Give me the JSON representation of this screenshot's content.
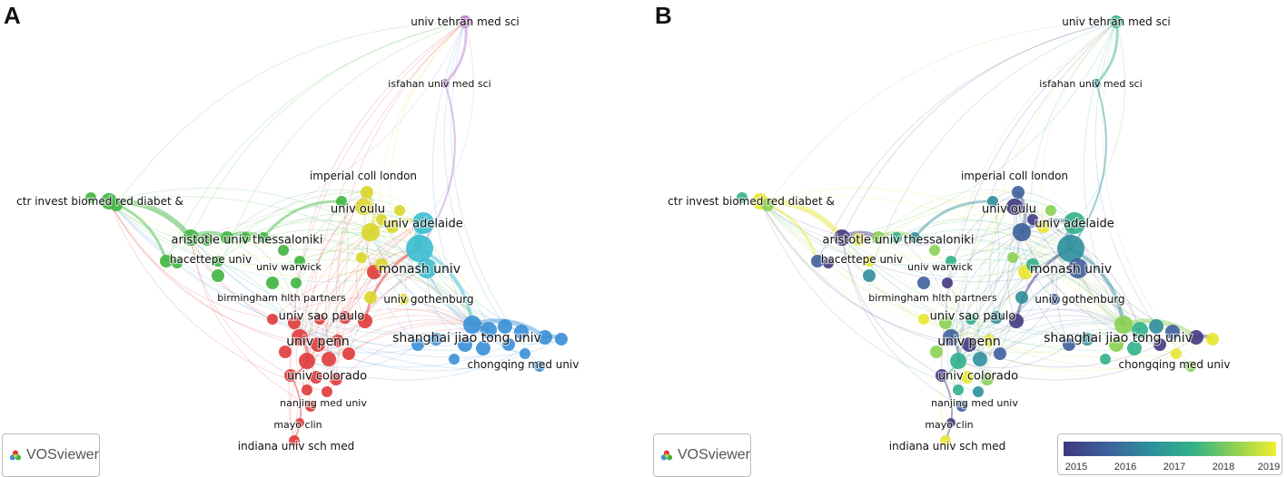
{
  "panels": [
    {
      "letter": "A",
      "watermark": "VOSviewer",
      "labels": [
        "univ tehran med sci",
        "isfahan univ med sci",
        "imperial coll london",
        "ctr invest biomed red diabet &",
        "univ oulu",
        "univ adelaide",
        "aristotle univ thessaloniki",
        "hacettepe univ",
        "univ warwick",
        "monash univ",
        "birmingham hlth partners",
        "univ gothenburg",
        "univ sao paulo",
        "shanghai jiao tong univ",
        "univ penn",
        "chongqing med univ",
        "univ colorado",
        "nanjing med univ",
        "mayo clin",
        "indiana univ sch med"
      ]
    },
    {
      "letter": "B",
      "watermark": "VOSviewer",
      "labels": [
        "univ tehran med sci",
        "isfahan univ med sci",
        "imperial coll london",
        "ctr invest biomed red diabet &",
        "univ oulu",
        "univ adelaide",
        "aristotle univ thessaloniki",
        "hacettepe univ",
        "univ warwick",
        "monash univ",
        "birmingham hlth partners",
        "univ gothenburg",
        "univ sao paulo",
        "shanghai jiao tong univ",
        "univ penn",
        "chongqing med univ",
        "univ colorado",
        "nanjing med univ",
        "mayo clin",
        "indiana univ sch med"
      ],
      "legend_ticks": [
        "2015",
        "2016",
        "2017",
        "2018",
        "2019"
      ]
    }
  ],
  "colors": {
    "red": "#e03a3a",
    "green": "#3fb53f",
    "yellow": "#d9d62a",
    "cyan": "#3bbcd0",
    "blue": "#3a8fd6",
    "purple": "#b57ac8"
  }
}
